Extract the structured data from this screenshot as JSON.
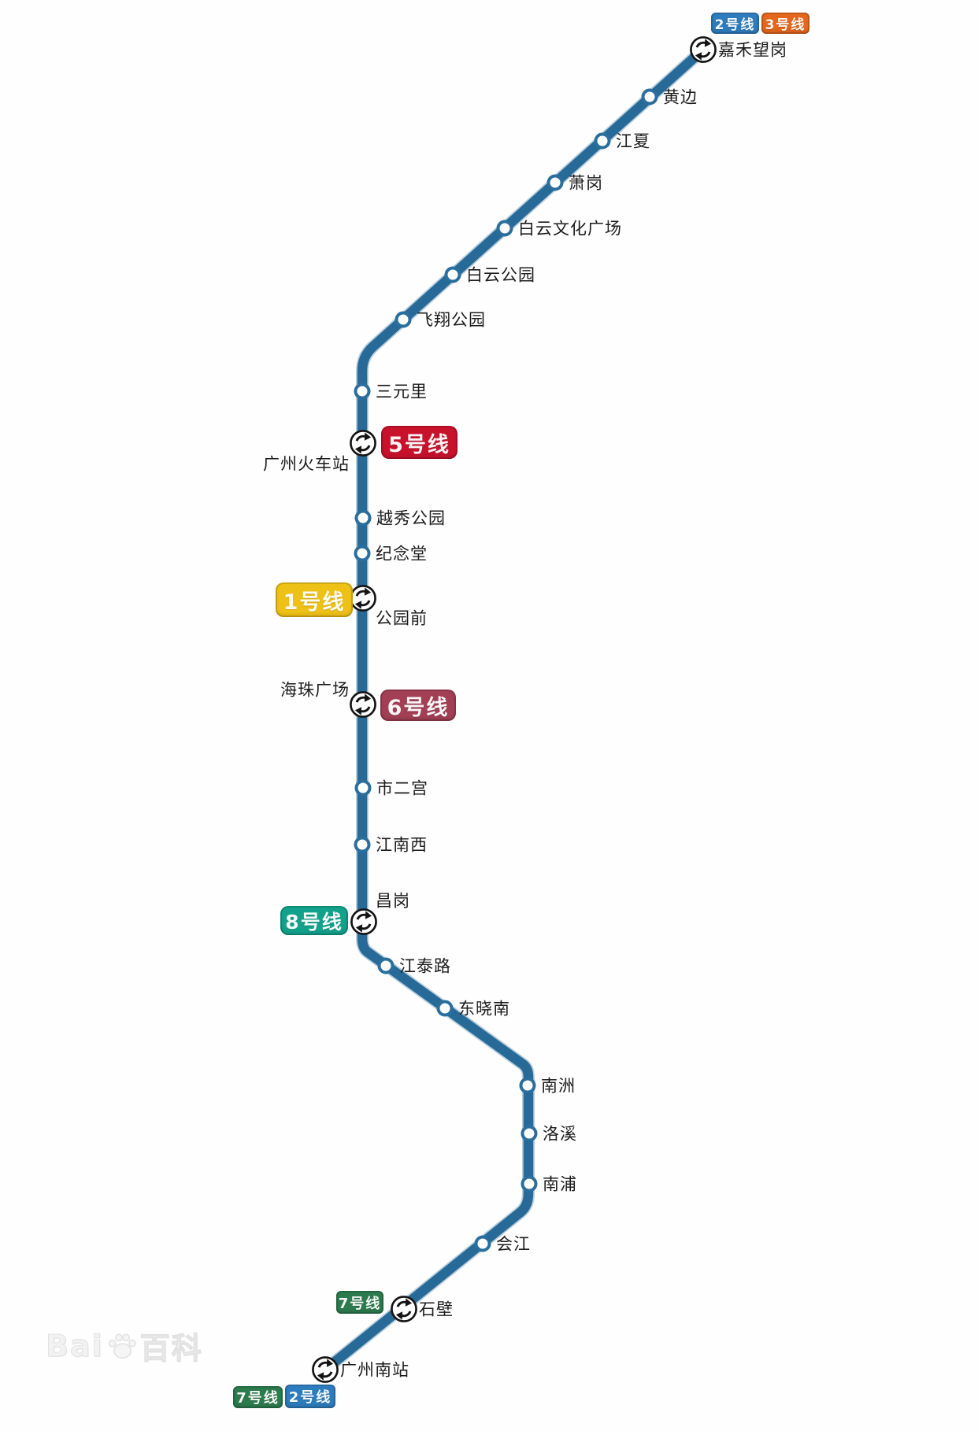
{
  "colors": {
    "route_line": "#276a98",
    "badge_line1": "#eec117",
    "badge_line2": "#2d7cbd",
    "badge_line3": "#e4671d",
    "badge_line5": "#c8122c",
    "badge_line6": "#a23f54",
    "badge_line7": "#2c7b4e",
    "badge_line8": "#12a28c"
  },
  "stations": [
    {
      "name": "嘉禾望岗",
      "transfer": true,
      "connections": [
        "2号线",
        "3号线"
      ]
    },
    {
      "name": "黄边",
      "transfer": false
    },
    {
      "name": "江夏",
      "transfer": false
    },
    {
      "name": "萧岗",
      "transfer": false
    },
    {
      "name": "白云文化广场",
      "transfer": false
    },
    {
      "name": "白云公园",
      "transfer": false
    },
    {
      "name": "飞翔公园",
      "transfer": false
    },
    {
      "name": "三元里",
      "transfer": false
    },
    {
      "name": "广州火车站",
      "transfer": true,
      "connections": [
        "5号线"
      ]
    },
    {
      "name": "越秀公园",
      "transfer": false
    },
    {
      "name": "纪念堂",
      "transfer": false
    },
    {
      "name": "公园前",
      "transfer": true,
      "connections": [
        "1号线"
      ]
    },
    {
      "name": "海珠广场",
      "transfer": true,
      "connections": [
        "6号线"
      ]
    },
    {
      "name": "市二宫",
      "transfer": false
    },
    {
      "name": "江南西",
      "transfer": false
    },
    {
      "name": "昌岗",
      "transfer": true,
      "connections": [
        "8号线"
      ]
    },
    {
      "name": "江泰路",
      "transfer": false
    },
    {
      "name": "东晓南",
      "transfer": false
    },
    {
      "name": "南洲",
      "transfer": false
    },
    {
      "name": "洛溪",
      "transfer": false
    },
    {
      "name": "南浦",
      "transfer": false
    },
    {
      "name": "会江",
      "transfer": false
    },
    {
      "name": "石壁",
      "transfer": true,
      "connections": [
        "7号线"
      ]
    },
    {
      "name": "广州南站",
      "transfer": true,
      "connections": [
        "7号线",
        "2号线"
      ]
    }
  ],
  "badges": {
    "jiahe_line2": {
      "label": "2号线"
    },
    "jiahe_line3": {
      "label": "3号线"
    },
    "railway_line5": {
      "label": "5号线"
    },
    "gongyuanqian_line1": {
      "label": "1号线"
    },
    "haizhu_line6": {
      "label": "6号线"
    },
    "changgang_line8": {
      "label": "8号线"
    },
    "shibi_line7": {
      "label": "7号线"
    },
    "south_line7": {
      "label": "7号线"
    },
    "south_line2": {
      "label": "2号线"
    }
  },
  "watermark": {
    "left": "Bai",
    "right": "百科"
  }
}
